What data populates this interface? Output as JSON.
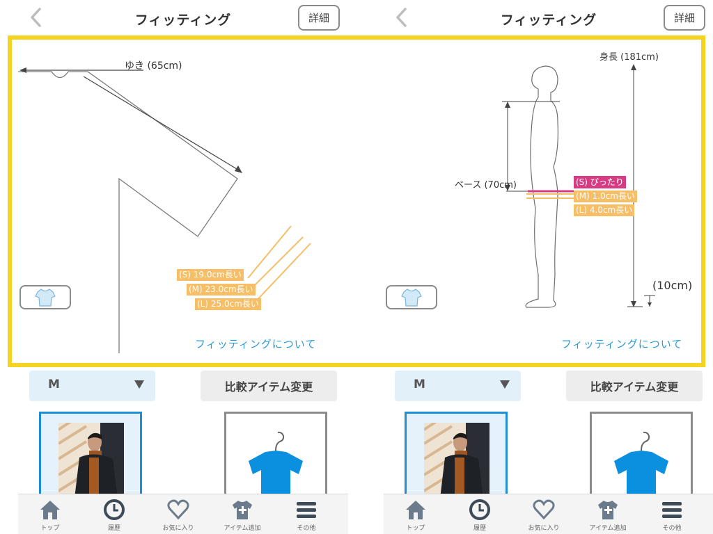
{
  "left": {
    "header": {
      "title": "フィッティング",
      "detail_label": "詳細"
    },
    "diagram": {
      "sleeve_label": "ゆき (65cm)",
      "tags": [
        "(S) 19.0cm長い",
        "(M) 23.0cm長い",
        "(L) 25.0cm長い"
      ],
      "tag_color": "#f6be66"
    },
    "fitting_link": "フィッティングについて",
    "size_select": {
      "value": "M"
    },
    "compare_label": "比較アイテム変更"
  },
  "right": {
    "header": {
      "title": "フィッティング",
      "detail_label": "詳細"
    },
    "diagram": {
      "height_label": "身長 (181cm)",
      "base_label": "ベース (70cm)",
      "offset_label": "(10cm)",
      "tags": [
        "(S) ぴったり",
        "(M) 1.0cm長い",
        "(L) 4.0cm長い"
      ],
      "tag_colors": [
        "#d63c84",
        "#f6be66",
        "#f6be66"
      ]
    },
    "fitting_link": "フィッティングについて",
    "size_select": {
      "value": "M"
    },
    "compare_label": "比較アイテム変更"
  },
  "tabbar": {
    "items": [
      {
        "label": "トップ",
        "icon": "home-icon"
      },
      {
        "label": "履歴",
        "icon": "clock-icon"
      },
      {
        "label": "お気に入り",
        "icon": "heart-icon"
      },
      {
        "label": "アイテム追加",
        "icon": "add-item-icon"
      },
      {
        "label": "その他",
        "icon": "menu-icon"
      }
    ]
  },
  "colors": {
    "highlight": "#f5d421",
    "link": "#2a9bd6",
    "selected_border": "#1d8ed8",
    "item_blue": "#0b8fdf"
  }
}
